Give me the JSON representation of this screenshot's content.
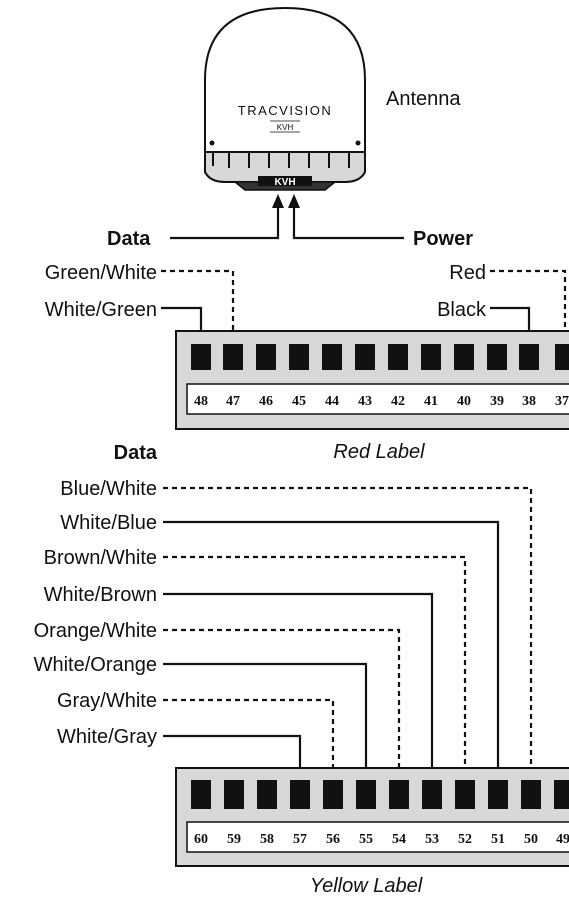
{
  "antenna": {
    "brand": "TRACVISION",
    "maker": "KVH",
    "label": "Antenna"
  },
  "top_section": {
    "data_label": "Data",
    "power_label": "Power",
    "wires_left": [
      "Green/White",
      "White/Green"
    ],
    "wires_right": [
      "Red",
      "Black"
    ],
    "terminal_numbers": [
      "48",
      "47",
      "46",
      "45",
      "44",
      "43",
      "42",
      "41",
      "40",
      "39",
      "38",
      "37"
    ],
    "block_label": "Red Label"
  },
  "bottom_section": {
    "data_label": "Data",
    "wires": [
      "Blue/White",
      "White/Blue",
      "Brown/White",
      "White/Brown",
      "Orange/White",
      "White/Orange",
      "Gray/White",
      "White/Gray"
    ],
    "terminal_numbers": [
      "60",
      "59",
      "58",
      "57",
      "56",
      "55",
      "54",
      "53",
      "52",
      "51",
      "50",
      "49"
    ],
    "block_label": "Yellow Label"
  },
  "colors": {
    "block_fill": "#d8d8d8",
    "terminal_fill": "#111111",
    "line": "#111111"
  }
}
